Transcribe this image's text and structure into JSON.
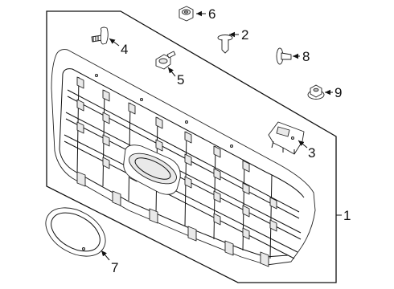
{
  "callouts": {
    "c1": "1",
    "c2": "2",
    "c3": "3",
    "c4": "4",
    "c5": "5",
    "c6": "6",
    "c7": "7",
    "c8": "8",
    "c9": "9"
  },
  "colors": {
    "line": "#111111",
    "shade": "#e9e9e9"
  }
}
